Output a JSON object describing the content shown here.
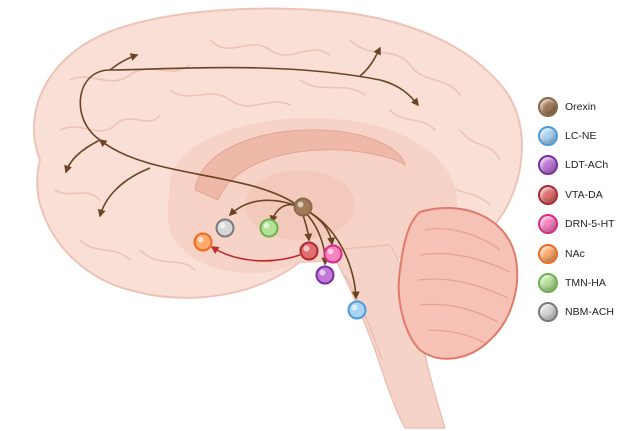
{
  "nuclei": [
    {
      "key": "orexin",
      "label": "Orexin",
      "color": "#a07a58",
      "ring": "#8a6848"
    },
    {
      "key": "lc",
      "label": "LC-NE",
      "color": "#a9d3f2",
      "ring": "#4d9ad8"
    },
    {
      "key": "ldt",
      "label": "LDT-ACh",
      "color": "#c07ad8",
      "ring": "#7a2ea0"
    },
    {
      "key": "vta",
      "label": "VTA-DA",
      "color": "#e07070",
      "ring": "#b02830"
    },
    {
      "key": "drn",
      "label": "DRN-5-HT",
      "color": "#f584bf",
      "ring": "#d82b85"
    },
    {
      "key": "nac",
      "label": "NAc",
      "color": "#fbab6e",
      "ring": "#f06a20"
    },
    {
      "key": "tmn",
      "label": "TMN-HA",
      "color": "#b4e09a",
      "ring": "#6ab24a"
    },
    {
      "key": "nbm",
      "label": "NBM-ACH",
      "color": "#d6d6d6",
      "ring": "#7a7a7a"
    }
  ],
  "colors": {
    "projection_arrow": "#6b4423",
    "vta_to_nac_arrow": "#c0282d",
    "brain_fill": "#f9dfd6",
    "cerebellum_fill": "#f6c2b6"
  }
}
